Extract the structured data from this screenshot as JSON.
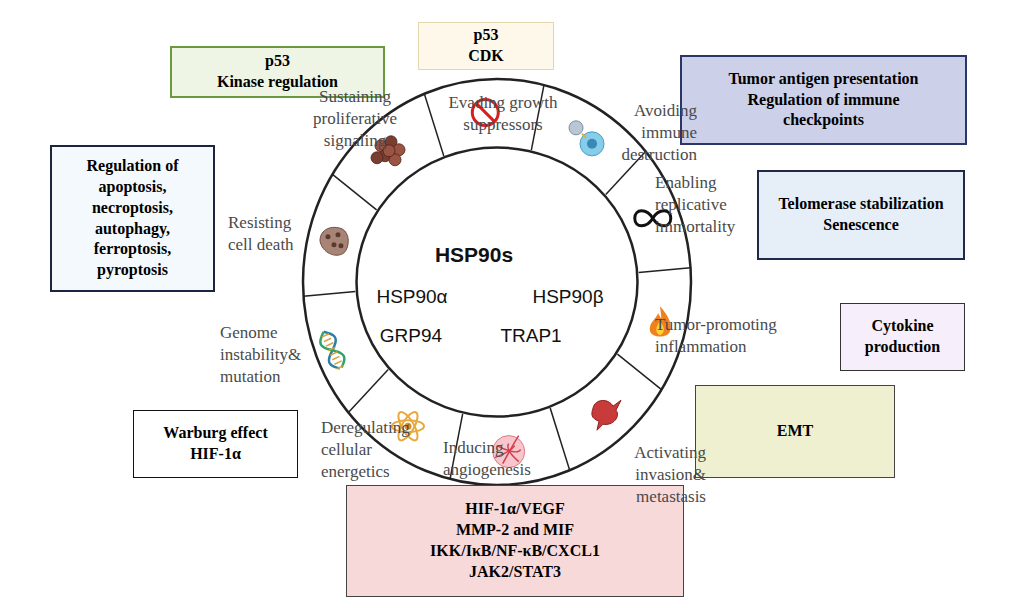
{
  "diagram": {
    "nodes": [
      {
        "text": [
          "p53",
          "Kinase regulation"
        ]
      },
      {
        "text": [
          "p53",
          "CDK"
        ]
      },
      {
        "text": [
          "Tumor antigen presentation",
          "Regulation of immune checkpoints"
        ]
      },
      {
        "text": [
          "Regulation of apoptosis, necroptosis, autophagy, ferroptosis, pyroptosis"
        ]
      },
      {
        "text": [
          "HSP90s",
          "HSP90α",
          "HSP90β",
          "GRP94",
          "TRAP1"
        ]
      },
      {
        "text": [
          "Telomerase stabilization",
          "Senescence"
        ]
      },
      {
        "text": [
          "Cytokine production"
        ]
      },
      {
        "text": [
          "Warburg  effect",
          "HIF-1α"
        ]
      },
      {
        "text": [
          "EMT"
        ]
      },
      {
        "text": [
          "HIF-1α/VEGF",
          "MMP-2 and MIF",
          "IKK/IκB/NF-κB/CXCL1",
          "JAK2/STAT3"
        ]
      }
    ],
    "labels": [
      "Sustaining proliferative signaling",
      "Evading growth suppressors",
      "Avoiding immune destruction",
      "Enabling replicative immortality",
      "Tumor-promoting inflammation",
      "Activating invasion& metastasis",
      "Inducing angiogenesis",
      "Deregulating cellular energetics",
      "Genome instability& mutation",
      "Resisting cell death"
    ]
  }
}
